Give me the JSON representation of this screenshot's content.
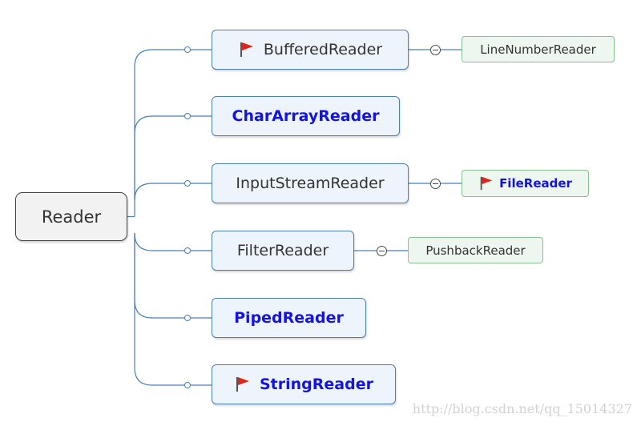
{
  "root": {
    "label": "Reader"
  },
  "children": [
    {
      "label": "BufferedReader",
      "flag": true,
      "emphasis": false,
      "child": {
        "label": "LineNumberReader",
        "flag": false,
        "emphasis": false
      }
    },
    {
      "label": "CharArrayReader",
      "flag": false,
      "emphasis": true
    },
    {
      "label": "InputStreamReader",
      "flag": false,
      "emphasis": false,
      "child": {
        "label": "FileReader",
        "flag": true,
        "emphasis": true
      }
    },
    {
      "label": "FilterReader",
      "flag": false,
      "emphasis": false,
      "child": {
        "label": "PushbackReader",
        "flag": false,
        "emphasis": false
      }
    },
    {
      "label": "PipedReader",
      "flag": false,
      "emphasis": true
    },
    {
      "label": "StringReader",
      "flag": true,
      "emphasis": true
    }
  ],
  "colors": {
    "connector": "#4a7fb8",
    "child_node_border": "#4a7fb8",
    "subchild_node_border": "#87c192",
    "emphasis_text": "#1313e8",
    "flag": "#e0261b"
  },
  "icons": {
    "flag": "red-flag-icon",
    "collapse": "collapse-minus-icon"
  },
  "watermark": "http://blog.csdn.net/qq_15014327"
}
